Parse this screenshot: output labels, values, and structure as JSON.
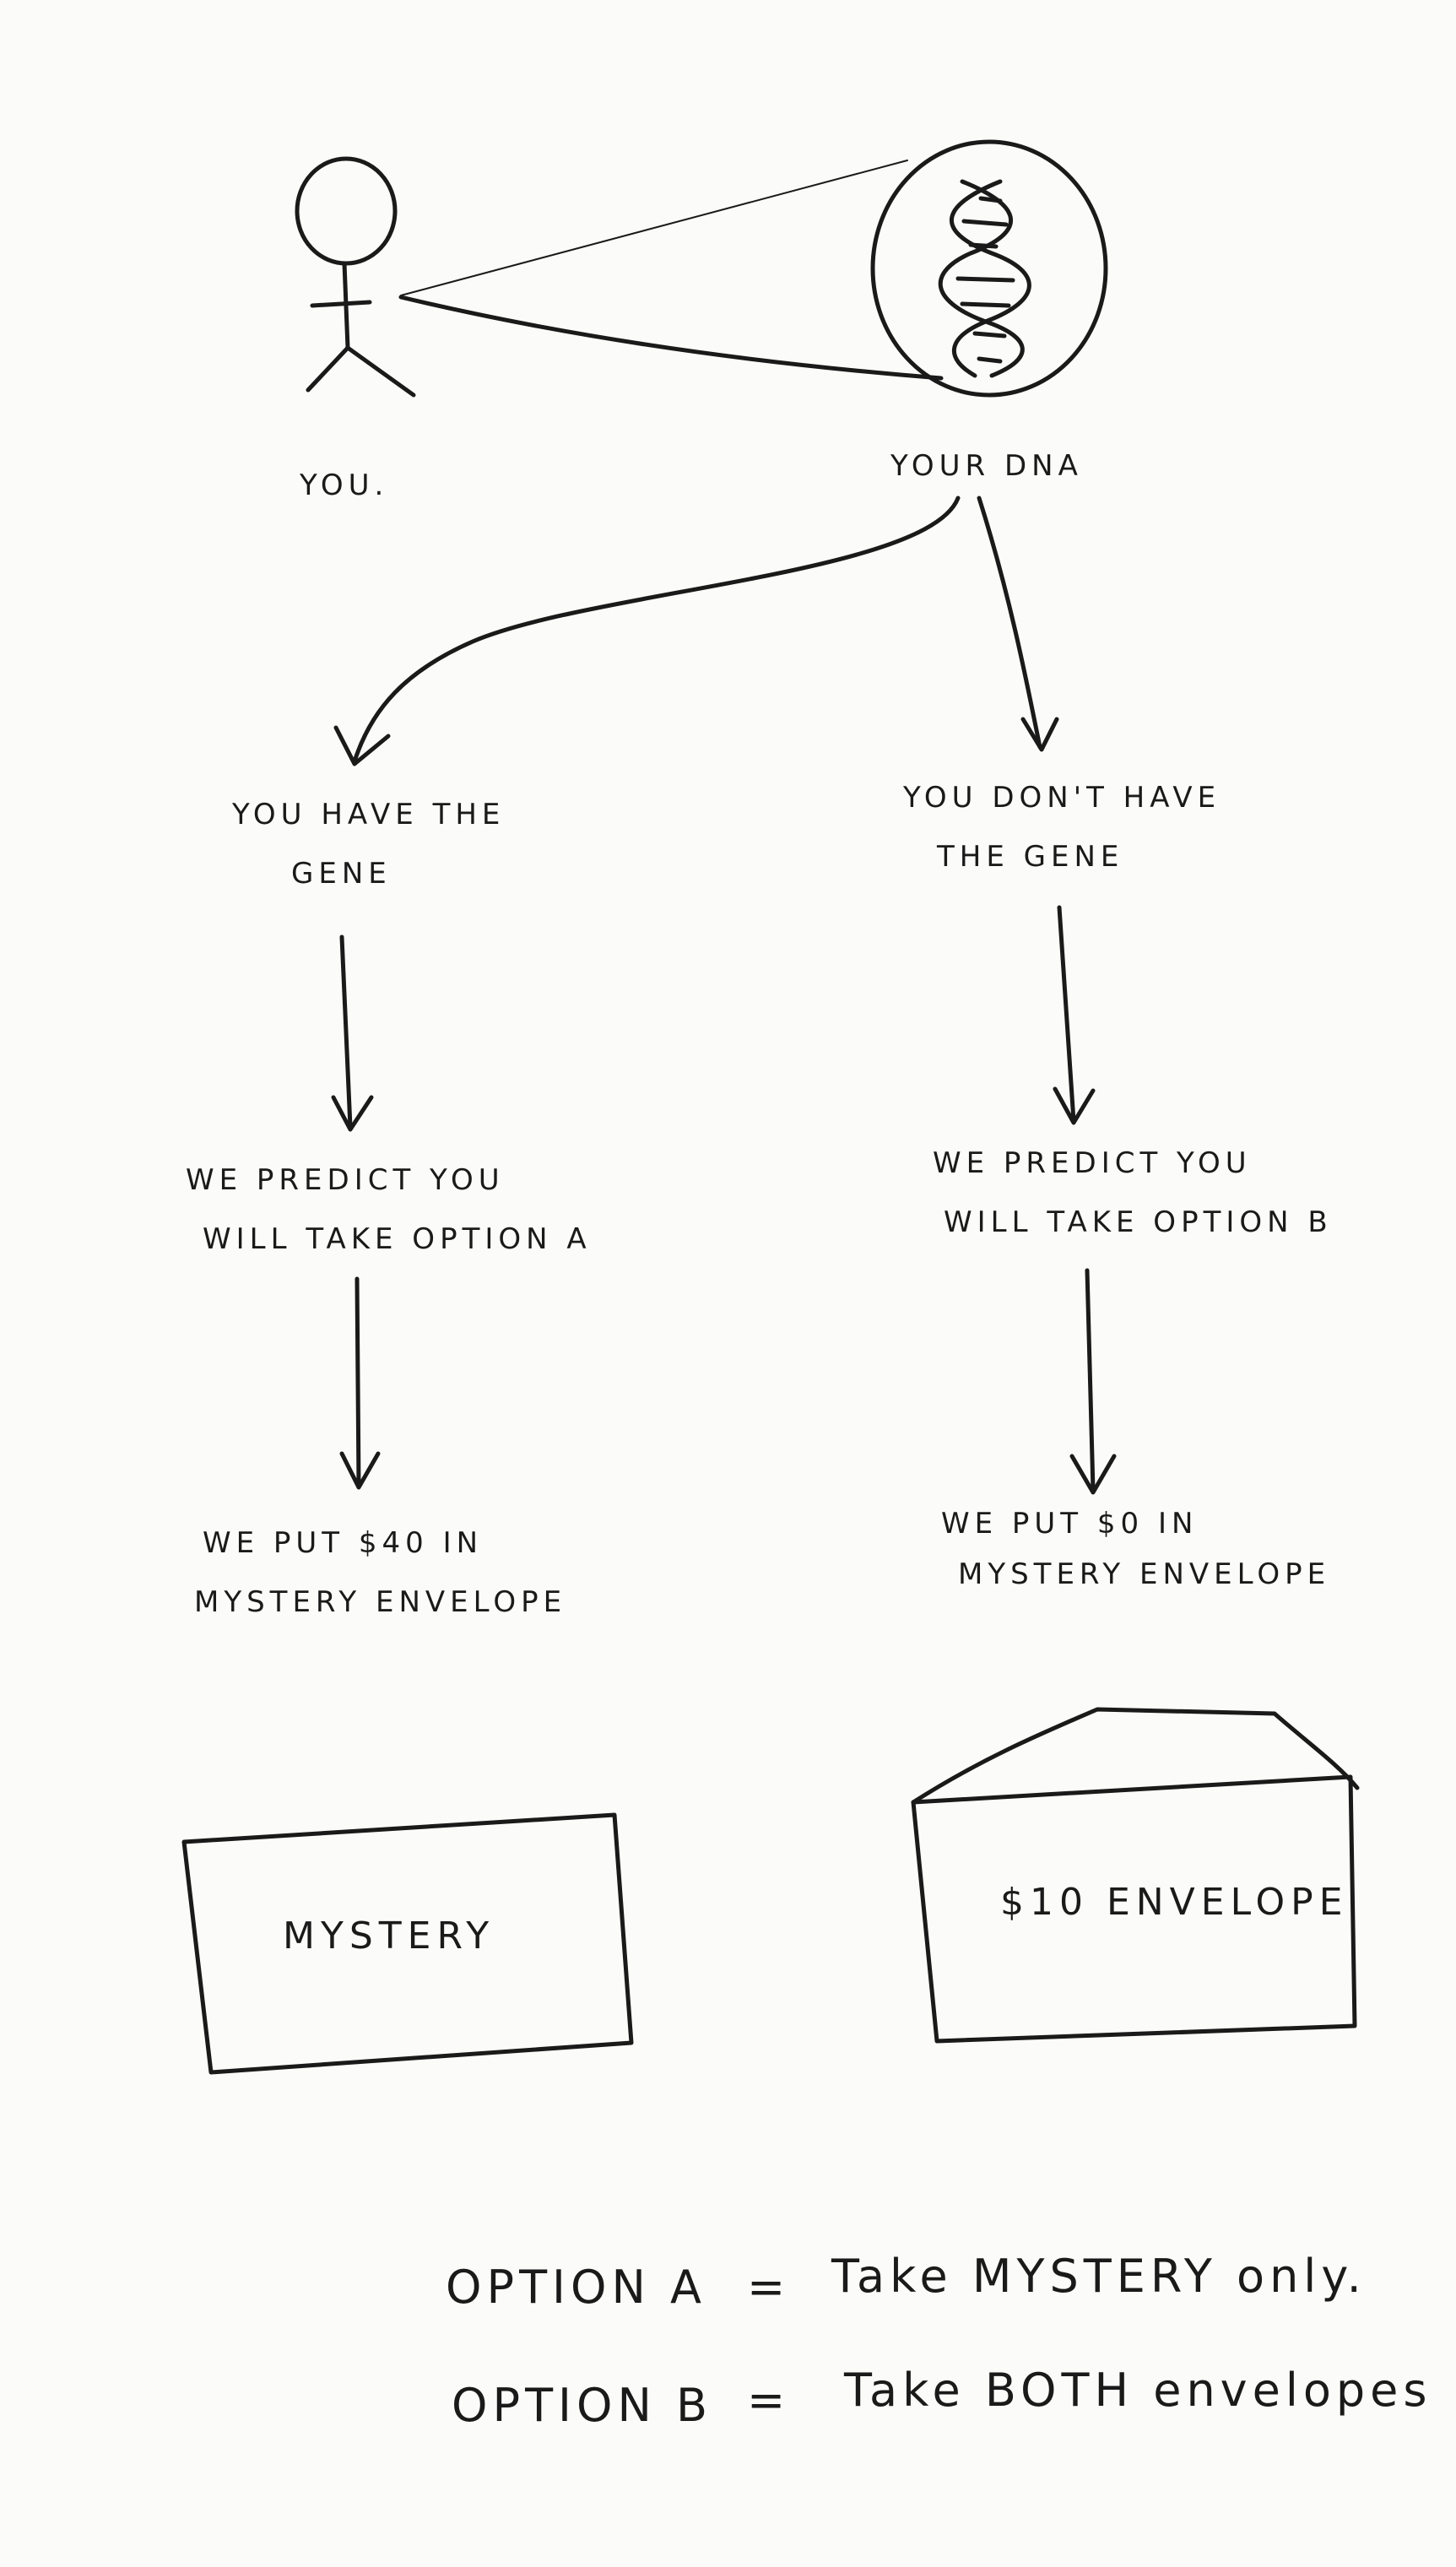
{
  "labels": {
    "you": "YOU.",
    "your_dna": "YOUR DNA",
    "have_gene_line1": "YOU HAVE THE",
    "have_gene_line2": "GENE",
    "no_gene_line1": "YOU DON'T HAVE",
    "no_gene_line2": "THE GENE",
    "predict_a_line1": "WE PREDICT YOU",
    "predict_a_line2": "WILL TAKE OPTION A",
    "predict_b_line1": "WE PREDICT YOU",
    "predict_b_line2": "WILL TAKE OPTION B",
    "put_40_line1": "WE PUT $40 IN",
    "put_40_line2": "MYSTERY ENVELOPE",
    "put_0_line1": "WE PUT $0 IN",
    "put_0_line2": "MYSTERY ENVELOPE"
  },
  "boxes": {
    "mystery": "MYSTERY",
    "ten_envelope": "$10 ENVELOPE"
  },
  "legend": {
    "option_a_label": "OPTION A",
    "option_a_equals": "=",
    "option_a_text": "Take MYSTERY only.",
    "option_b_label": "OPTION B",
    "option_b_equals": "=",
    "option_b_text": "Take BOTH envelopes"
  }
}
